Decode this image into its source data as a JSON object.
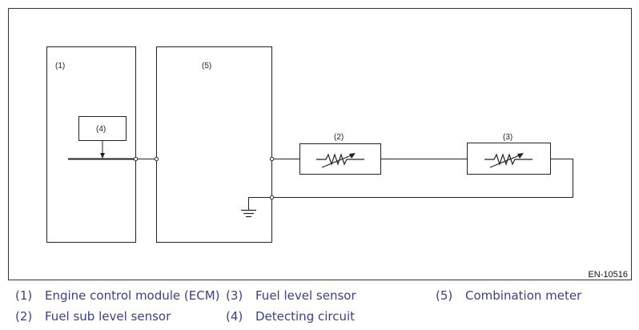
{
  "figure_id": "EN-10516",
  "components": {
    "ecm": "(1)",
    "fuel_sub_level_sensor": "(2)",
    "fuel_level_sensor": "(3)",
    "detecting_circuit": "(4)",
    "combination_meter": "(5)"
  },
  "legend": [
    {
      "number": "(1)",
      "label": "Engine control module (ECM)"
    },
    {
      "number": "(2)",
      "label": "Fuel sub level sensor"
    },
    {
      "number": "(3)",
      "label": "Fuel level sensor"
    },
    {
      "number": "(4)",
      "label": "Detecting circuit"
    },
    {
      "number": "(5)",
      "label": "Combination meter"
    }
  ],
  "colors": {
    "line": "#222222",
    "legend_text": "#3a3f93"
  }
}
